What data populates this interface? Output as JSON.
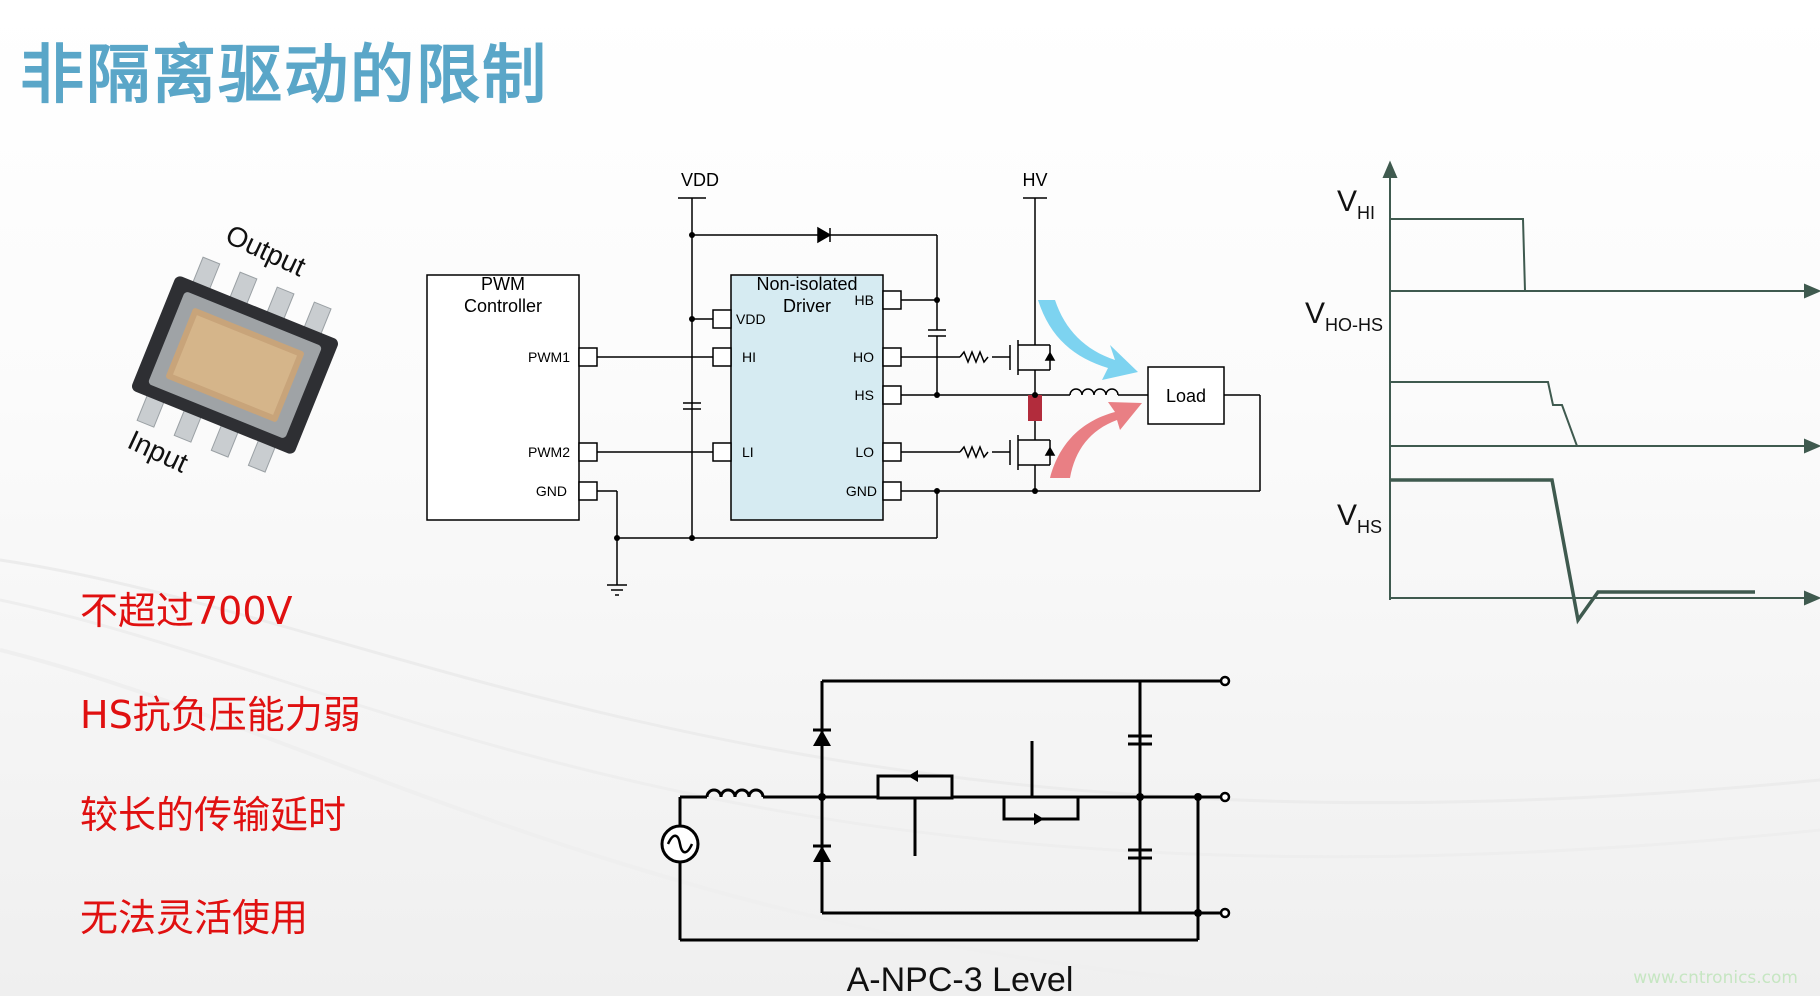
{
  "title": "非隔离驱动的限制",
  "chip": {
    "output_label": "Output",
    "input_label": "Input"
  },
  "schematic": {
    "vdd_label": "VDD",
    "hv_label": "HV",
    "pwm_controller": {
      "line1": "PWM",
      "line2": "Controller",
      "pins": [
        "PWM1",
        "PWM2",
        "GND"
      ]
    },
    "driver": {
      "line1": "Non-isolated",
      "line2": "Driver",
      "left_pins": [
        "VDD",
        "HI",
        "LI"
      ],
      "right_pins": [
        "HB",
        "HO",
        "HS",
        "LO",
        "GND"
      ]
    },
    "load_label": "Load",
    "arrow_colors": {
      "upper": "#7dd3f0",
      "lower": "#e97f84"
    }
  },
  "waveforms": {
    "v_hi": "V",
    "v_hi_sub": "HI",
    "v_ho_hs": "V",
    "v_ho_hs_sub": "HO-HS",
    "v_hs": "V",
    "v_hs_sub": "HS"
  },
  "bullets": [
    "不超过700V",
    "HS抗负压能力弱",
    "较长的传输延时",
    "无法灵活使用"
  ],
  "anpc_caption": "A-NPC-3 Level",
  "watermark": "www.cntronics.com",
  "colors": {
    "title": "#5aa6c8",
    "bullet": "#e01010",
    "driver_fill": "#d6ebf2",
    "waveform": "#3f5a4f"
  }
}
